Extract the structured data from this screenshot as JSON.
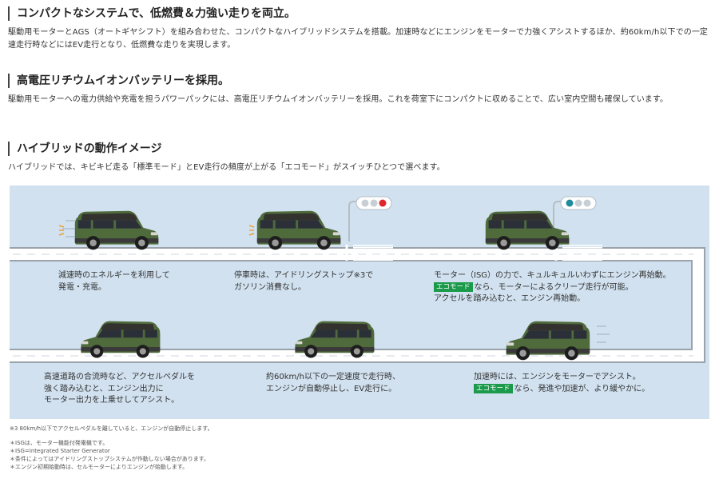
{
  "sections": [
    {
      "heading": "コンパクトなシステムで、低燃費＆力強い走りを両立。",
      "body": "駆動用モーターとAGS（オートギヤシフト）を組み合わせた、コンパクトなハイブリッドシステムを搭載。加速時などにエンジンをモーターで力強くアシストするほか、約60km/h以下での一定速走行時などにはEV走行となり、低燃費な走りを実現します。"
    },
    {
      "heading": "高電圧リチウムイオンバッテリーを採用。",
      "body": "駆動用モーターへの電力供給や充電を担うパワーパックには、高電圧リチウムイオンバッテリーを採用。これを荷室下にコンパクトに収めることで、広い室内空間も確保しています。"
    },
    {
      "heading": "ハイブリッドの動作イメージ",
      "body": "ハイブリッドでは、キビキビ走る「標準モード」とEV走行の頻度が上がる「エコモード」がスイッチひとつで選べます。"
    }
  ],
  "diagram": {
    "eco_badge": "エコモード",
    "captions": {
      "decel_1": "減速時のエネルギーを利用して",
      "decel_2": "発電・充電。",
      "stop_1": "停車時は、アイドリングストップ※3で",
      "stop_2": "ガソリン消費なし。",
      "restart_1": "モーター（ISG）の力で、キュルキュルいわずにエンジン再始動。",
      "restart_2": "なら、モーターによるクリープ走行が可能。",
      "restart_3": "アクセルを踏み込むと、エンジン再始動。",
      "merge_1": "高速道路の合流時など、アクセルペダルを",
      "merge_2": "強く踏み込むと、エンジン出力に",
      "merge_3": "モーター出力を上乗せしてアシスト。",
      "cruise_1": "約60km/h以下の一定速度で走行時、",
      "cruise_2": "エンジンが自動停止し、EV走行に。",
      "accel_1": "加速時には、エンジンをモーターでアシスト。",
      "accel_2": "なら、発進や加速が、より緩やかに。"
    },
    "colors": {
      "background": "#d1e1ef",
      "road": "#ffffff",
      "road_edge": "#9aa3ab",
      "car_body": "#4f6b3c",
      "car_roof": "#33322f",
      "signal_red": "#e1262b",
      "signal_teal": "#1e8c9c",
      "eco_badge": "#1a9a4a"
    }
  },
  "notes": [
    "※3 80km/h以下でアクセルペダルを離していると、エンジンが自動停止します。",
    "＊ISGは、モーター機能付発電機です。",
    "＊ISG=Integrated Starter Generator",
    "＊条件によってはアイドリングストップシステムが作動しない場合があります。",
    "＊エンジン初期始動時は、セルモーターによりエンジンが始動します。"
  ]
}
